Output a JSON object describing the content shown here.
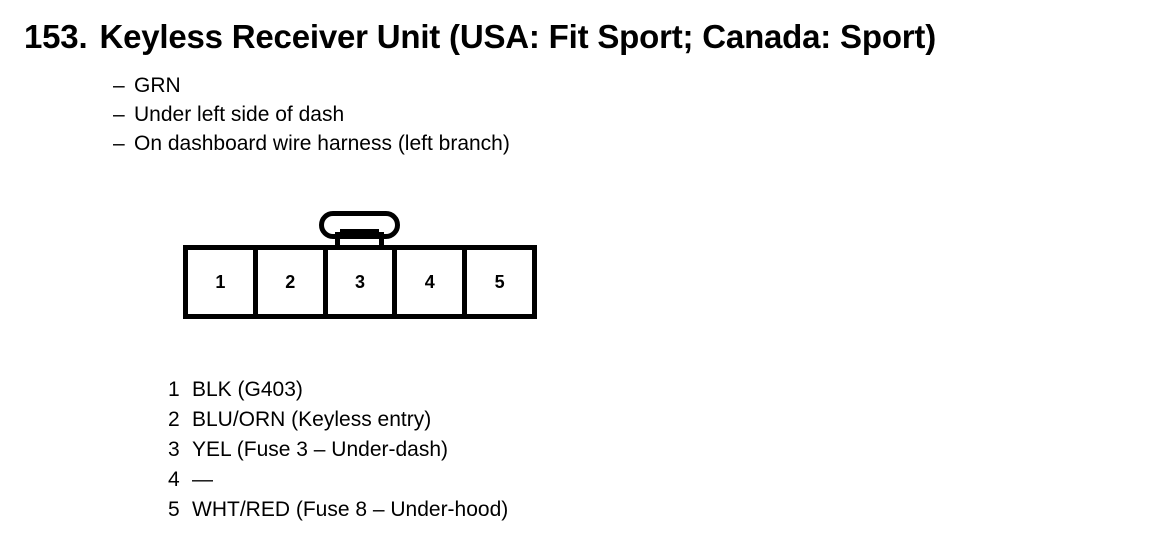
{
  "page": {
    "item_number": "153.",
    "title": "Keyless Receiver Unit (USA: Fit Sport; Canada: Sport)",
    "full_heading": "153. Keyless Receiver Unit (USA: Fit Sport; Canada: Sport)"
  },
  "description": {
    "dash": "–",
    "lines": [
      {
        "text": "GRN"
      },
      {
        "text": "Under left side of dash"
      },
      {
        "text": "On dashboard wire harness (left branch)"
      }
    ]
  },
  "connector": {
    "cavity_count": 5,
    "latch_position": "top-center",
    "cavities": [
      {
        "number": "1"
      },
      {
        "number": "2"
      },
      {
        "number": "3"
      },
      {
        "number": "4"
      },
      {
        "number": "5"
      }
    ]
  },
  "pin_legend": [
    {
      "pin": "1",
      "description": "BLK (G403)"
    },
    {
      "pin": "2",
      "description": "BLU/ORN (Keyless entry)"
    },
    {
      "pin": "3",
      "description": "YEL (Fuse 3 – Under-dash)"
    },
    {
      "pin": "4",
      "description": "—"
    },
    {
      "pin": "5",
      "description": "WHT/RED (Fuse 8 – Under-hood)"
    }
  ],
  "colors": {
    "ink": "#000000",
    "paper": "#ffffff"
  }
}
